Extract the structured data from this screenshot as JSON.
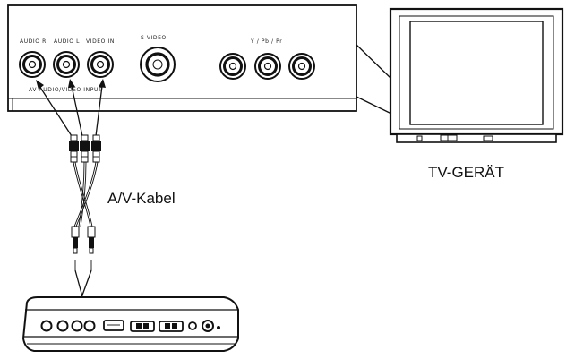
{
  "panel": {
    "jack_labels": [
      "AUDIO R",
      "AUDIO L",
      "VIDEO IN"
    ],
    "svideo_label": "S-VIDEO",
    "ypbpr_label": "Y / Pb / Pr",
    "group_label": "AV AUDIO/VIDEO INPUT"
  },
  "tv_label": "TV-GERÄT",
  "cable_label": "A/V-Kabel"
}
